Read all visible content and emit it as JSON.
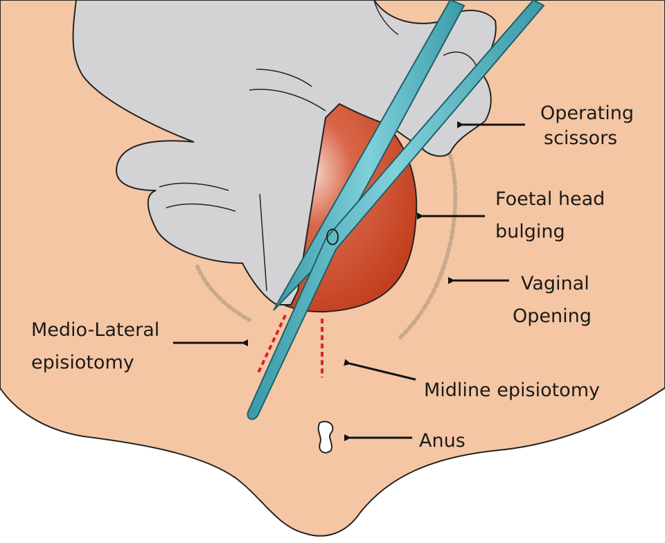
{
  "labels": {
    "scissors": [
      "Operating",
      "scissors"
    ],
    "head": [
      "Foetal head",
      "bulging"
    ],
    "vaginal": [
      "Vaginal",
      "Opening"
    ],
    "mediolateral": [
      "Medio-Lateral",
      "episiotomy"
    ],
    "midline": "Midline episiotomy",
    "anus": "Anus"
  },
  "colors": {
    "skin": "#f5c6a3",
    "glove": "#d3d3d6",
    "head": "#c9472b",
    "scissors": "#4ab0bc",
    "incision": "#d8232a",
    "opening": "#c9a88e"
  }
}
